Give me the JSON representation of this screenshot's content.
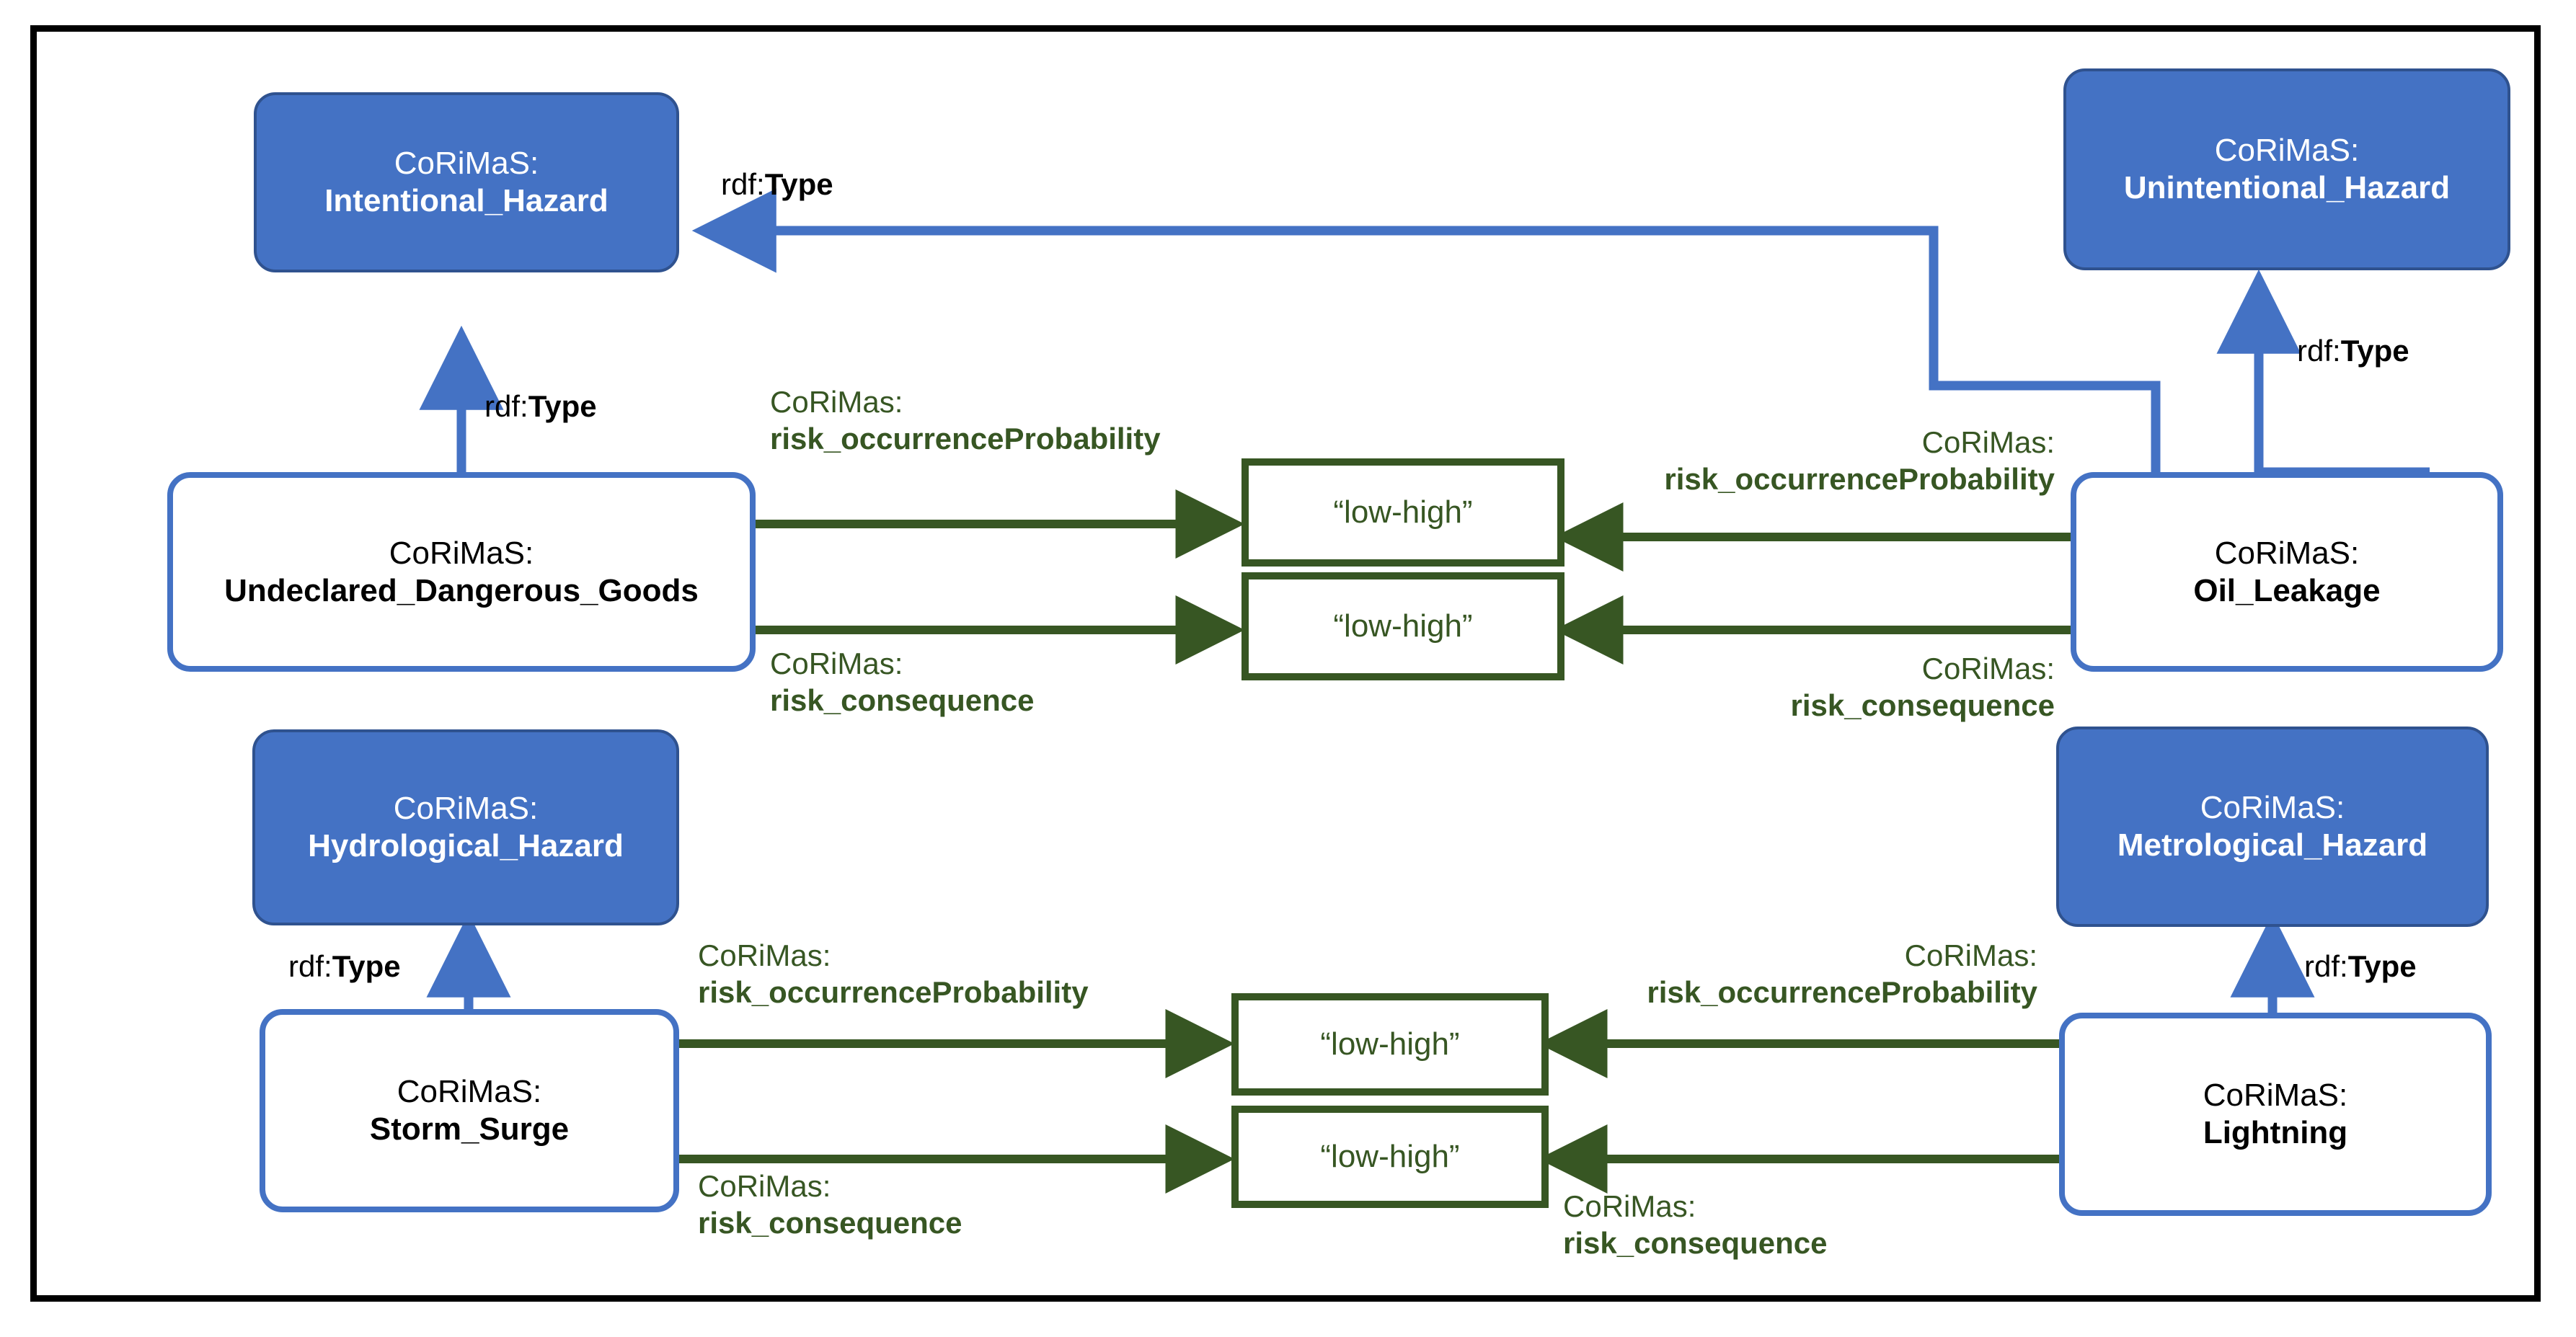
{
  "diagram": {
    "title_colors": {
      "class_fill": "#4472C4",
      "class_stroke": "#2F528F",
      "instance_stroke": "#4472C4",
      "literal_stroke": "#375623",
      "literal_text": "#375623",
      "frame_stroke": "#000000",
      "blue_edge": "#4472C4",
      "green_edge": "#375623"
    },
    "nodes": {
      "intentional_hazard": {
        "prefix": "CoRiMaS:",
        "name": "Intentional_Hazard",
        "kind": "class"
      },
      "unintentional_hazard": {
        "prefix": "CoRiMaS:",
        "name": "Unintentional_Hazard",
        "kind": "class"
      },
      "hydrological_hazard": {
        "prefix": "CoRiMaS:",
        "name": "Hydrological_Hazard",
        "kind": "class"
      },
      "metrological_hazard": {
        "prefix": "CoRiMaS:",
        "name": "Metrological_Hazard",
        "kind": "class"
      },
      "undeclared_dangerous_goods": {
        "prefix": "CoRiMaS:",
        "name": "Undeclared_Dangerous_Goods",
        "kind": "instance"
      },
      "oil_leakage": {
        "prefix": "CoRiMaS:",
        "name": "Oil_Leakage",
        "kind": "instance"
      },
      "storm_surge": {
        "prefix": "CoRiMaS:",
        "name": "Storm_Surge",
        "kind": "instance"
      },
      "lightning": {
        "prefix": "CoRiMaS:",
        "name": "Lightning",
        "kind": "instance"
      }
    },
    "literals": {
      "top_prob": "“low-high”",
      "top_cons": "“low-high”",
      "bottom_prob": "“low-high”",
      "bottom_cons": "“low-high”"
    },
    "edge_labels": {
      "rdf_type_1": {
        "key": "rdf:",
        "value": "Type"
      },
      "rdf_type_2": {
        "key": "rdf:",
        "value": "Type"
      },
      "rdf_type_3": {
        "key": "rdf:",
        "value": "Type"
      },
      "rdf_type_4": {
        "key": "rdf:",
        "value": "Type"
      },
      "prob_udg": {
        "key": "CoRiMas:",
        "value": "risk_occurrenceProbability"
      },
      "cons_udg": {
        "key": "CoRiMas:",
        "value": "risk_consequence"
      },
      "prob_oil": {
        "key": "CoRiMas:",
        "value": "risk_occurrenceProbability"
      },
      "cons_oil": {
        "key": "CoRiMas:",
        "value": "risk_consequence"
      },
      "prob_storm": {
        "key": "CoRiMas:",
        "value": "risk_occurrenceProbability"
      },
      "cons_storm": {
        "key": "CoRiMas:",
        "value": "risk_consequence"
      },
      "prob_light": {
        "key": "CoRiMas:",
        "value": "risk_occurrenceProbability"
      },
      "cons_light": {
        "key": "CoRiMas:",
        "value": "risk_consequence"
      }
    }
  }
}
